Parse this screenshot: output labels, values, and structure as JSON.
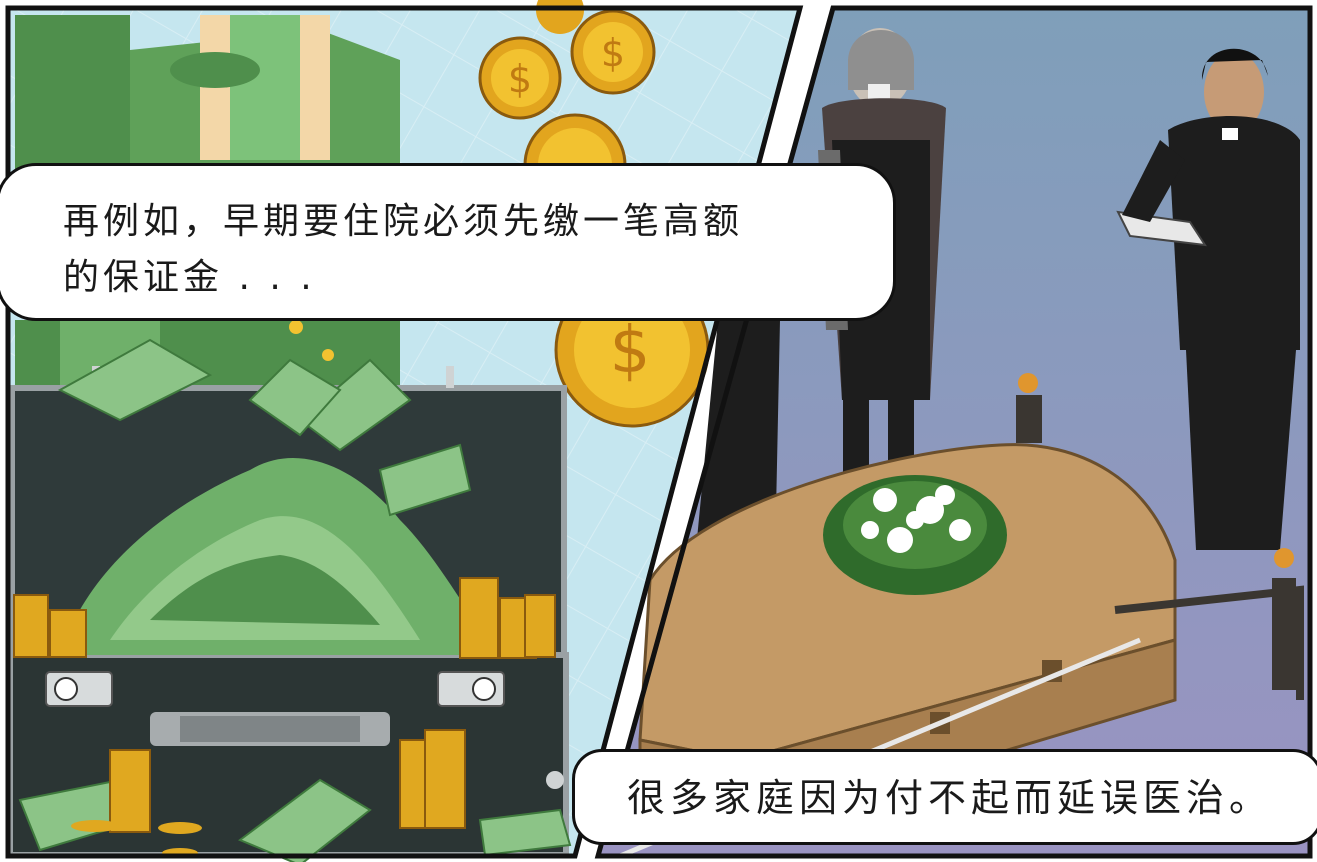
{
  "comic": {
    "caption_top": {
      "line1": "再例如，早期要住院必须先缴一笔高额",
      "line2": "的保证金 . . ."
    },
    "caption_bottom": "很多家庭因为付不起而延误医治。"
  },
  "palette": {
    "left_bg": "#c5e6ef",
    "cash_green": "#6fb06a",
    "coin_gold": "#f2c230",
    "briefcase": "#2f3a3a",
    "right_bg_top": "#7f9fba",
    "right_bg_bottom": "#9a93c2",
    "casket": "#c49a66",
    "mourner_black": "#1d1d1d"
  }
}
